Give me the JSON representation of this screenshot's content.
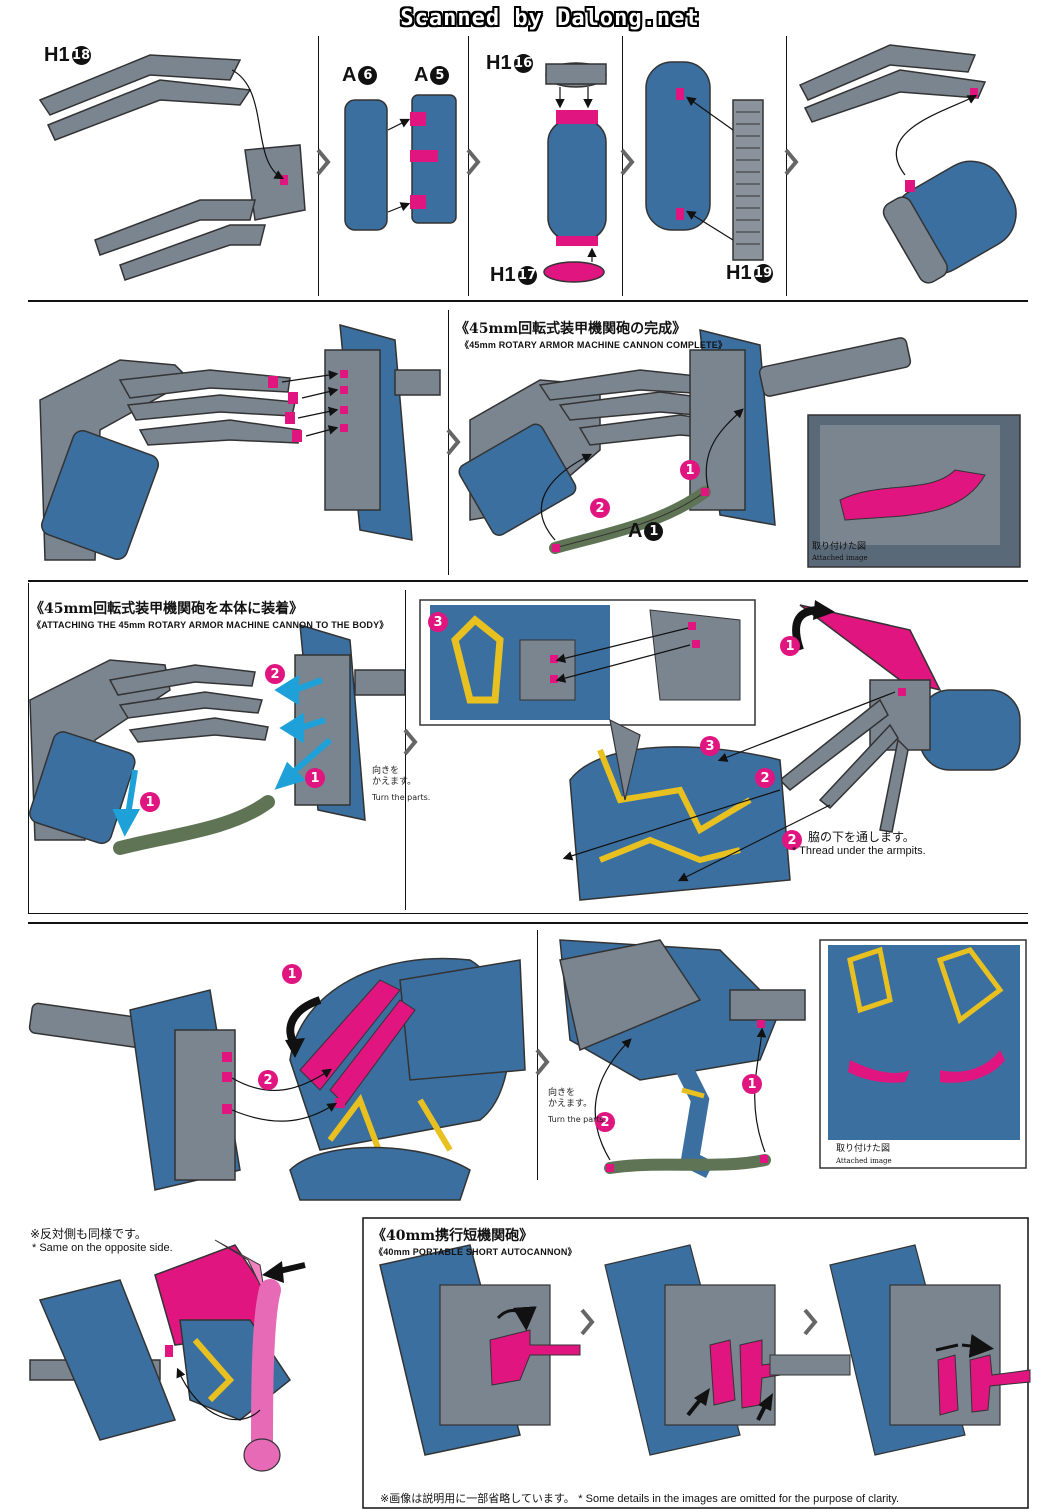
{
  "banner": "Scanned by Dalong.net",
  "part_labels": {
    "h1_18": {
      "letter": "H1",
      "num": "18"
    },
    "a_6": {
      "letter": "A",
      "num": "6"
    },
    "a_5": {
      "letter": "A",
      "num": "5"
    },
    "h1_16": {
      "letter": "H1",
      "num": "16"
    },
    "h1_17": {
      "letter": "H1",
      "num": "17"
    },
    "h1_19": {
      "letter": "H1",
      "num": "19"
    },
    "a_1": {
      "letter": "A",
      "num": "1"
    }
  },
  "sections": {
    "cannon_complete": {
      "title_ja": "《45mm回転式装甲機関砲の完成》",
      "title_en": "《45mm ROTARY ARMOR MACHINE CANNON COMPLETE》"
    },
    "attach_body": {
      "title_ja": "《45mm回転式装甲機関砲を本体に装着》",
      "title_en": "《ATTACHING THE 45mm ROTARY ARMOR MACHINE CANNON TO THE BODY》"
    },
    "short_autocannon": {
      "title_ja": "《40mm携行短機関砲》",
      "title_en": "《40mm PORTABLE SHORT AUTOCANNON》"
    }
  },
  "notes": {
    "turn_parts_ja": "向きを\nかえます。",
    "turn_parts_en": "Turn the parts.",
    "armpit_ja": "脇の下を通します。",
    "armpit_en": "* Thread under the armpits.",
    "attached_ja": "取り付けた図",
    "attached_en": "Attached image",
    "opposite_ja": "※反対側も同様です。",
    "opposite_en": "* Same on the opposite side.",
    "footnote_ja": "※画像は説明用に一部省略しています。",
    "footnote_en": "* Some details in the images are omitted for the purpose of clarity."
  },
  "step_numbers": [
    "1",
    "2",
    "3"
  ],
  "colors": {
    "gray_part": "#7b8590",
    "blue_part": "#3b6fa0",
    "magenta": "#e0157f",
    "olive": "#5f7355",
    "yellow": "#e8c020",
    "cyan_arrow": "#1ea0d8",
    "line": "#111111"
  }
}
